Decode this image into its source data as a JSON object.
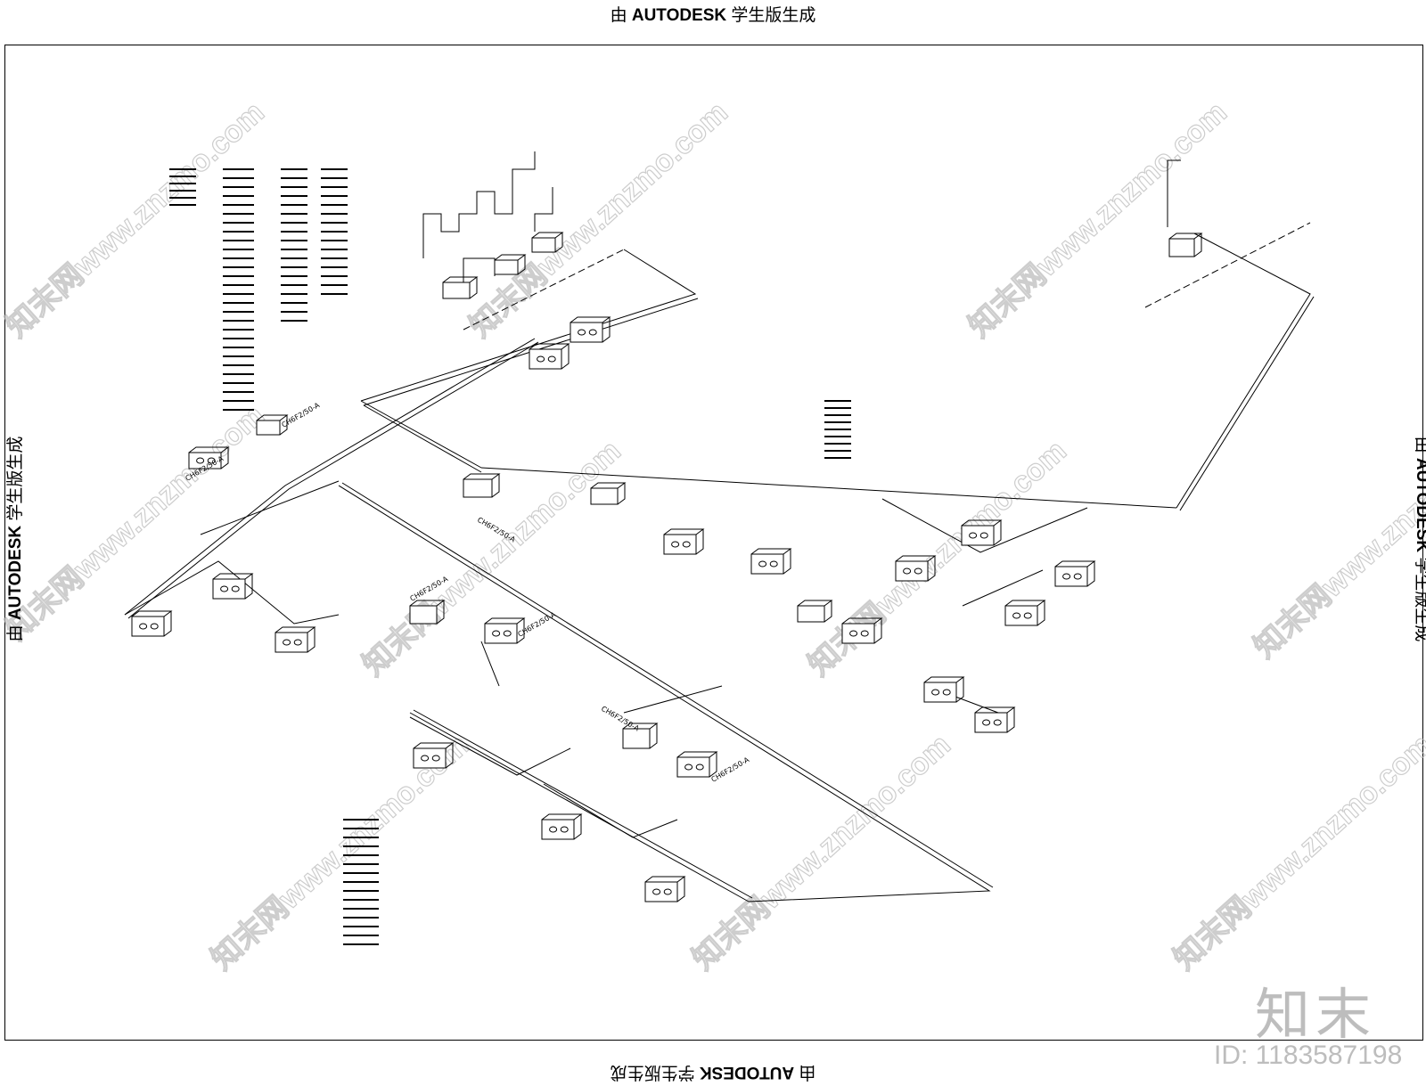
{
  "banners": {
    "top": {
      "prefix": "由 ",
      "brand": "AUTODESK",
      "suffix": " 学生版生成"
    },
    "bottom": {
      "prefix": "由 ",
      "brand": "AUTODESK",
      "suffix": " 学生版生成"
    },
    "left": {
      "prefix": "由 ",
      "brand": "AUTODESK",
      "suffix": " 学生版生成"
    },
    "right": {
      "prefix": "由 ",
      "brand": "AUTODESK",
      "suffix": " 学生版生成"
    }
  },
  "watermark": {
    "site": "知末网www.znzmo.com",
    "logo": "知末",
    "id": "ID: 1183587198"
  },
  "unit_labels": {
    "u1": "CH6F2/50-A",
    "u2": "CH6F2/50-A",
    "u3": "CH6F2/50-A",
    "u4": "CH6F2/50-A",
    "u5": "CH6F2/50-A",
    "u6": "CH6F2/50-A",
    "u7": "CH6F2/50-A"
  },
  "colors": {
    "line": "#000000",
    "watermark": "#bdbdbd"
  }
}
